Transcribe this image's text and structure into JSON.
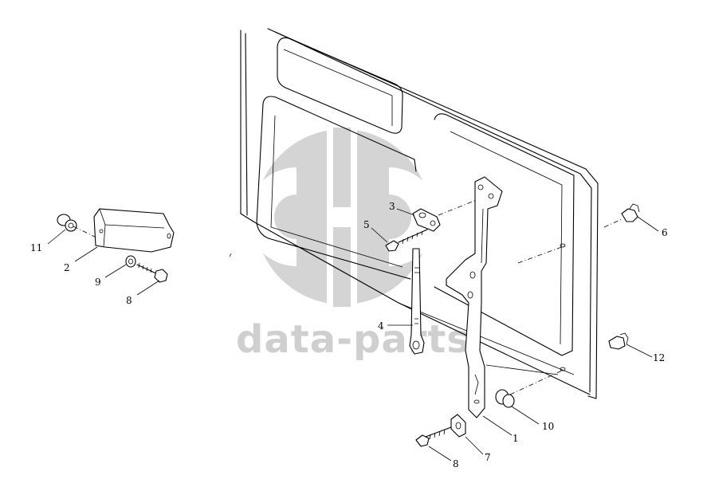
{
  "watermark": {
    "text": "data-parts"
  },
  "callouts": [
    {
      "id": "c1",
      "label": "1"
    },
    {
      "id": "c2",
      "label": "2"
    },
    {
      "id": "c3",
      "label": "3"
    },
    {
      "id": "c4",
      "label": "4"
    },
    {
      "id": "c5",
      "label": "5"
    },
    {
      "id": "c6",
      "label": "6"
    },
    {
      "id": "c7",
      "label": "7"
    },
    {
      "id": "c8a",
      "label": "8"
    },
    {
      "id": "c8b",
      "label": "8"
    },
    {
      "id": "c9",
      "label": "9"
    },
    {
      "id": "c10",
      "label": "10"
    },
    {
      "id": "c11",
      "label": "11"
    },
    {
      "id": "c12",
      "label": "12"
    }
  ]
}
